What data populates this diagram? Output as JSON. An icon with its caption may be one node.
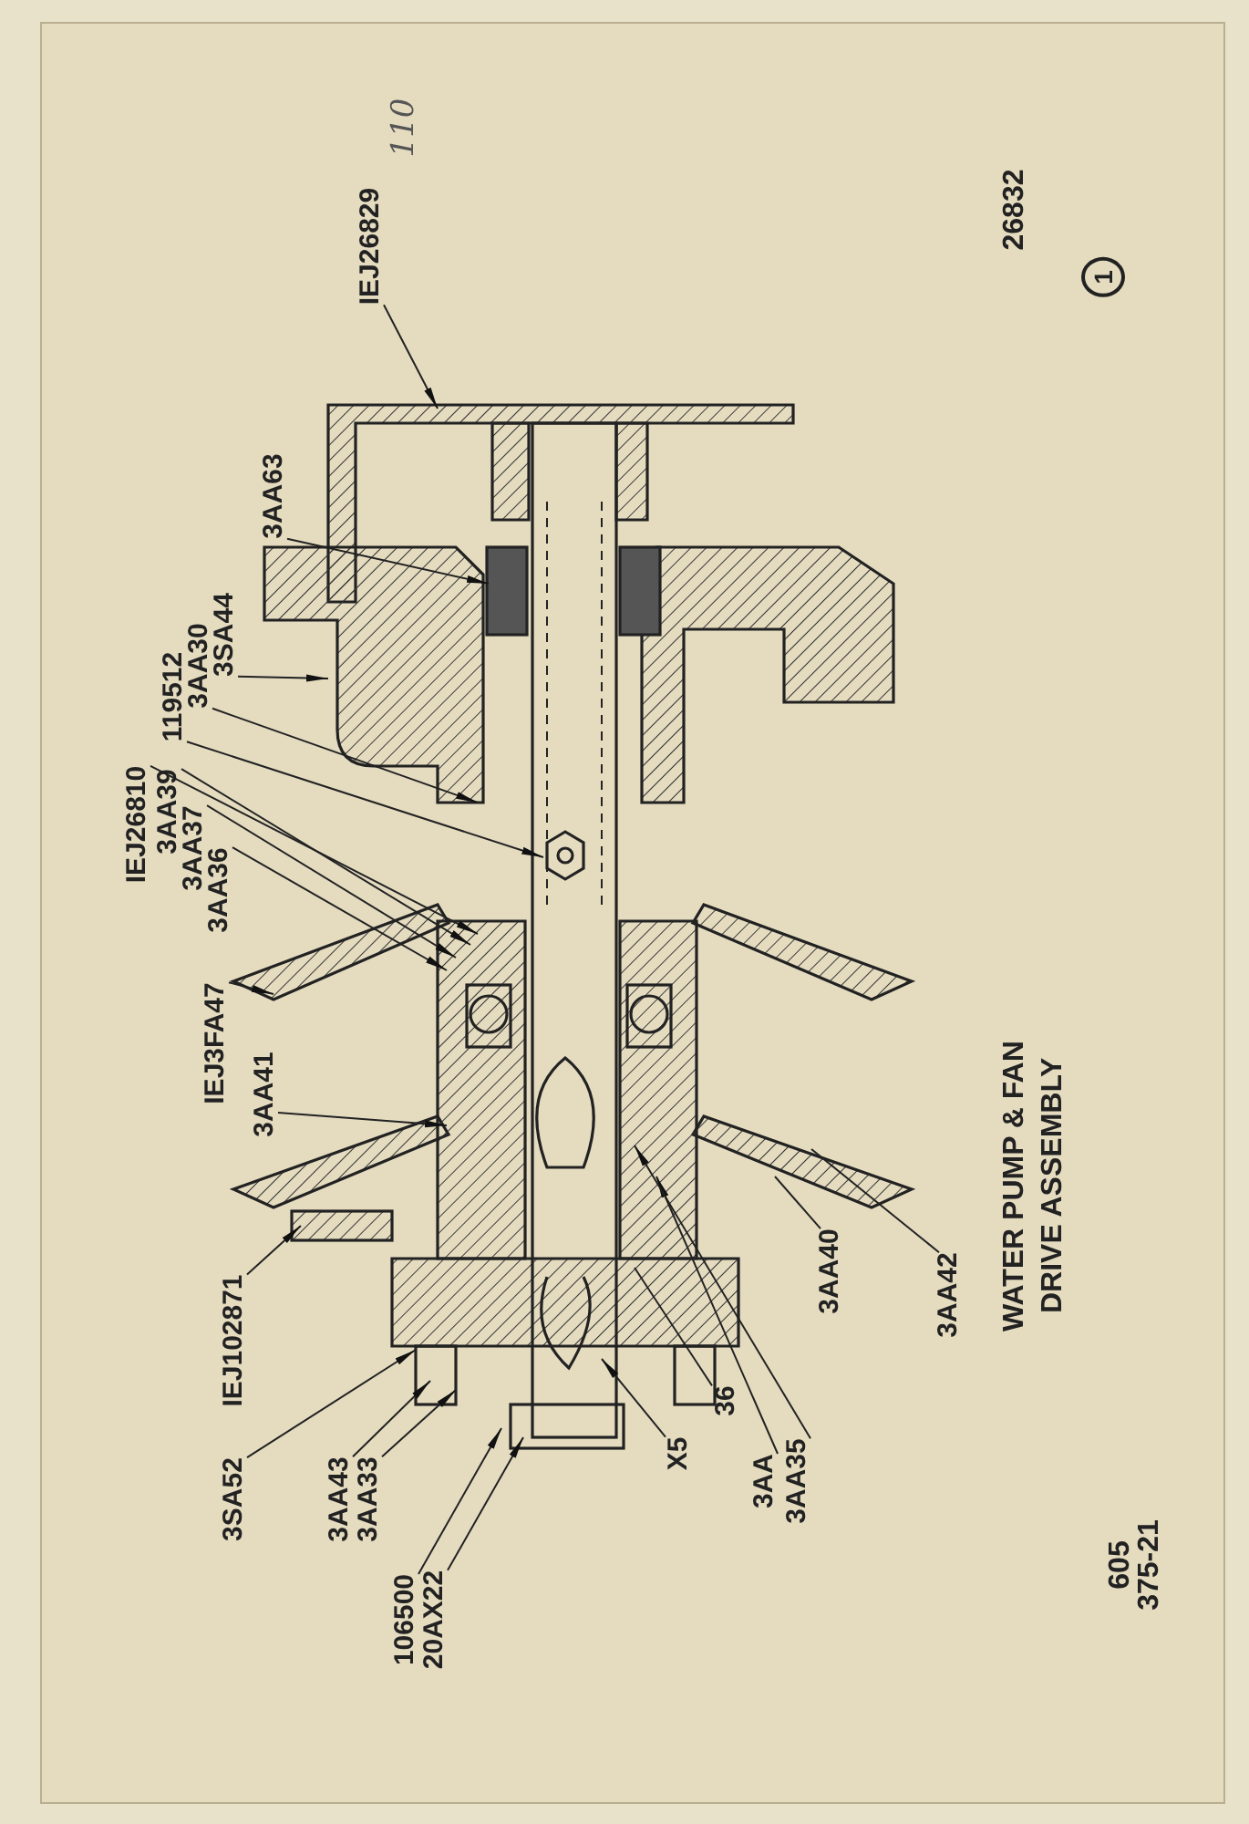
{
  "diagram": {
    "title": "WATER PUMP & FAN DRIVE ASSEMBLY",
    "nodes": [
      {
        "text": [
          "IEJ26829"
        ]
      },
      {
        "text": [
          "3AA63"
        ]
      },
      {
        "text": [
          "119512"
        ]
      },
      {
        "text": [
          "3AA30"
        ]
      },
      {
        "text": [
          "3SA44"
        ]
      },
      {
        "text": [
          "IEJ26810"
        ]
      },
      {
        "text": [
          "3AA39"
        ]
      },
      {
        "text": [
          "3AA37"
        ]
      },
      {
        "text": [
          "3AA36"
        ]
      },
      {
        "text": [
          "IEJ3FA47"
        ]
      },
      {
        "text": [
          "3AA41"
        ]
      },
      {
        "text": [
          "IEJ102871"
        ]
      },
      {
        "text": [
          "3SA52"
        ]
      },
      {
        "text": [
          "3AA43"
        ]
      },
      {
        "text": [
          "3AA33"
        ]
      },
      {
        "text": [
          "106500"
        ]
      },
      {
        "text": [
          "20AX22"
        ]
      },
      {
        "text": [
          "X5"
        ]
      },
      {
        "text": [
          "36"
        ]
      },
      {
        "text": [
          "3AA"
        ]
      },
      {
        "text": [
          "3AA35"
        ]
      },
      {
        "text": [
          "3AA40"
        ]
      },
      {
        "text": [
          "3AA42"
        ]
      }
    ],
    "edges": [
      {
        "from": 0,
        "to": null,
        "arrow": "to"
      },
      {
        "from": 1,
        "to": null,
        "arrow": "to"
      },
      {
        "from": 2,
        "to": null,
        "arrow": "to"
      },
      {
        "from": 3,
        "to": null,
        "arrow": "to"
      },
      {
        "from": 4,
        "to": null,
        "arrow": "to"
      },
      {
        "from": 5,
        "to": null,
        "arrow": "to"
      },
      {
        "from": 6,
        "to": null,
        "arrow": "to"
      },
      {
        "from": 7,
        "to": null,
        "arrow": "to"
      },
      {
        "from": 8,
        "to": null,
        "arrow": "to"
      },
      {
        "from": 9,
        "to": null,
        "arrow": "to"
      },
      {
        "from": 10,
        "to": null,
        "arrow": "to"
      },
      {
        "from": 11,
        "to": null,
        "arrow": "to"
      },
      {
        "from": 12,
        "to": null,
        "arrow": "to"
      },
      {
        "from": 13,
        "to": null,
        "arrow": "to"
      },
      {
        "from": 14,
        "to": null,
        "arrow": "to"
      },
      {
        "from": 15,
        "to": null,
        "arrow": "to"
      },
      {
        "from": 16,
        "to": null,
        "arrow": "to"
      },
      {
        "from": 17,
        "to": null,
        "arrow": "to"
      },
      {
        "from": 18,
        "to": null,
        "arrow": "none"
      },
      {
        "from": 19,
        "to": null,
        "arrow": "to"
      },
      {
        "from": 20,
        "to": null,
        "arrow": "to"
      },
      {
        "from": 21,
        "to": null,
        "arrow": "none"
      },
      {
        "from": 22,
        "to": null,
        "arrow": "none"
      }
    ],
    "labels": [
      "110",
      "26832",
      "1",
      "605",
      "375-21"
    ]
  }
}
